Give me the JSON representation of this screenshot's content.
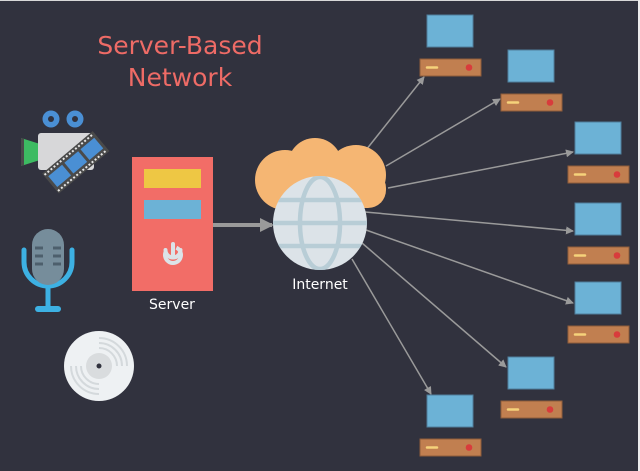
{
  "title": {
    "line1": "Server-Based",
    "line2": "Network"
  },
  "nodes": {
    "server": {
      "label": "Server",
      "icon": "server-tower-icon"
    },
    "internet": {
      "label": "Internet",
      "icon": "cloud-globe-icon"
    },
    "media": [
      {
        "icon": "video-camera-film-icon"
      },
      {
        "icon": "microphone-icon"
      },
      {
        "icon": "vinyl-disc-icon"
      }
    ],
    "clients": [
      {
        "icon": "desktop-computer-icon"
      },
      {
        "icon": "desktop-computer-icon"
      },
      {
        "icon": "desktop-computer-icon"
      },
      {
        "icon": "desktop-computer-icon"
      },
      {
        "icon": "desktop-computer-icon"
      },
      {
        "icon": "desktop-computer-icon"
      },
      {
        "icon": "desktop-computer-icon"
      }
    ]
  },
  "connections": [
    {
      "from": "server",
      "to": "internet"
    },
    {
      "from": "internet",
      "to": "client-1"
    },
    {
      "from": "internet",
      "to": "client-2"
    },
    {
      "from": "internet",
      "to": "client-3"
    },
    {
      "from": "internet",
      "to": "client-4"
    },
    {
      "from": "internet",
      "to": "client-5"
    },
    {
      "from": "internet",
      "to": "client-6"
    },
    {
      "from": "internet",
      "to": "client-7"
    }
  ],
  "colors": {
    "background": "#31323e",
    "title": "#ee6b66",
    "server_body": "#f26d67",
    "server_slot_yellow": "#eec744",
    "server_slot_blue": "#6cb2d6",
    "cloud": "#f5b673",
    "globe": "#dce3e8",
    "globe_lines": "#b8cdd6",
    "monitor": "#6cb2d6",
    "case": "#c17f50",
    "led": "#d83c3c",
    "arrow": "#9a9a9a"
  }
}
